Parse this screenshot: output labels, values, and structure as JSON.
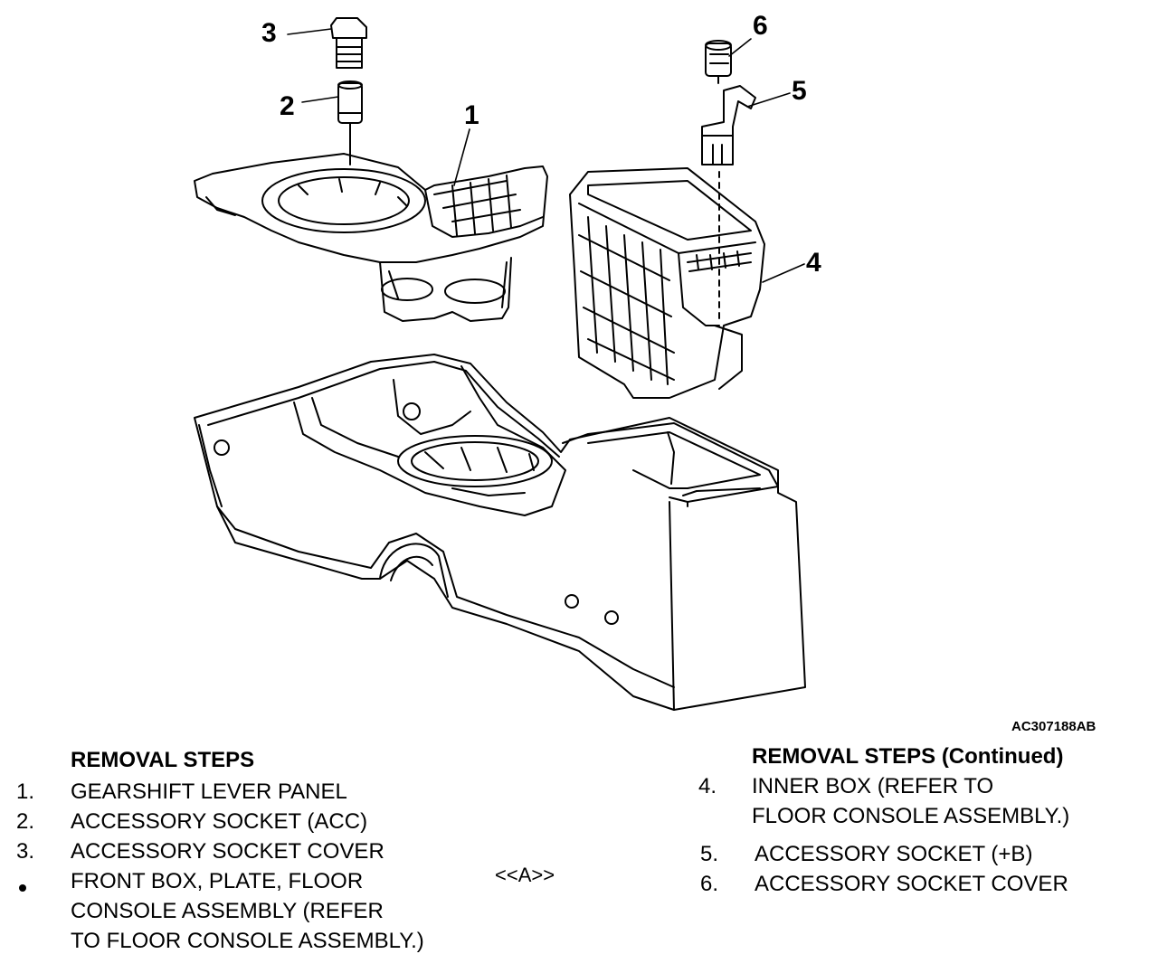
{
  "figure": {
    "callouts": [
      "1",
      "2",
      "3",
      "4",
      "5",
      "6"
    ],
    "figure_code": "AC307188AB"
  },
  "left_steps": {
    "heading": "REMOVAL STEPS",
    "items": [
      {
        "num": "1.",
        "lines": [
          "GEARSHIFT LEVER PANEL"
        ]
      },
      {
        "num": "2.",
        "lines": [
          "ACCESSORY SOCKET (ACC)"
        ]
      },
      {
        "num": "3.",
        "lines": [
          "ACCESSORY SOCKET COVER"
        ]
      },
      {
        "num": "",
        "lines": [
          "FRONT BOX, PLATE, FLOOR",
          "CONSOLE ASSEMBLY (REFER",
          "TO FLOOR CONSOLE ASSEMBLY.)"
        ],
        "ref": "<<A>>"
      }
    ]
  },
  "right_steps": {
    "heading": "REMOVAL STEPS (Continued)",
    "items": [
      {
        "num": "4.",
        "lines": [
          "INNER BOX (REFER TO",
          "FLOOR CONSOLE ASSEMBLY.)"
        ]
      },
      {
        "num": "5.",
        "lines": [
          "ACCESSORY SOCKET (+B)"
        ]
      },
      {
        "num": "6.",
        "lines": [
          "ACCESSORY SOCKET COVER"
        ]
      }
    ]
  }
}
